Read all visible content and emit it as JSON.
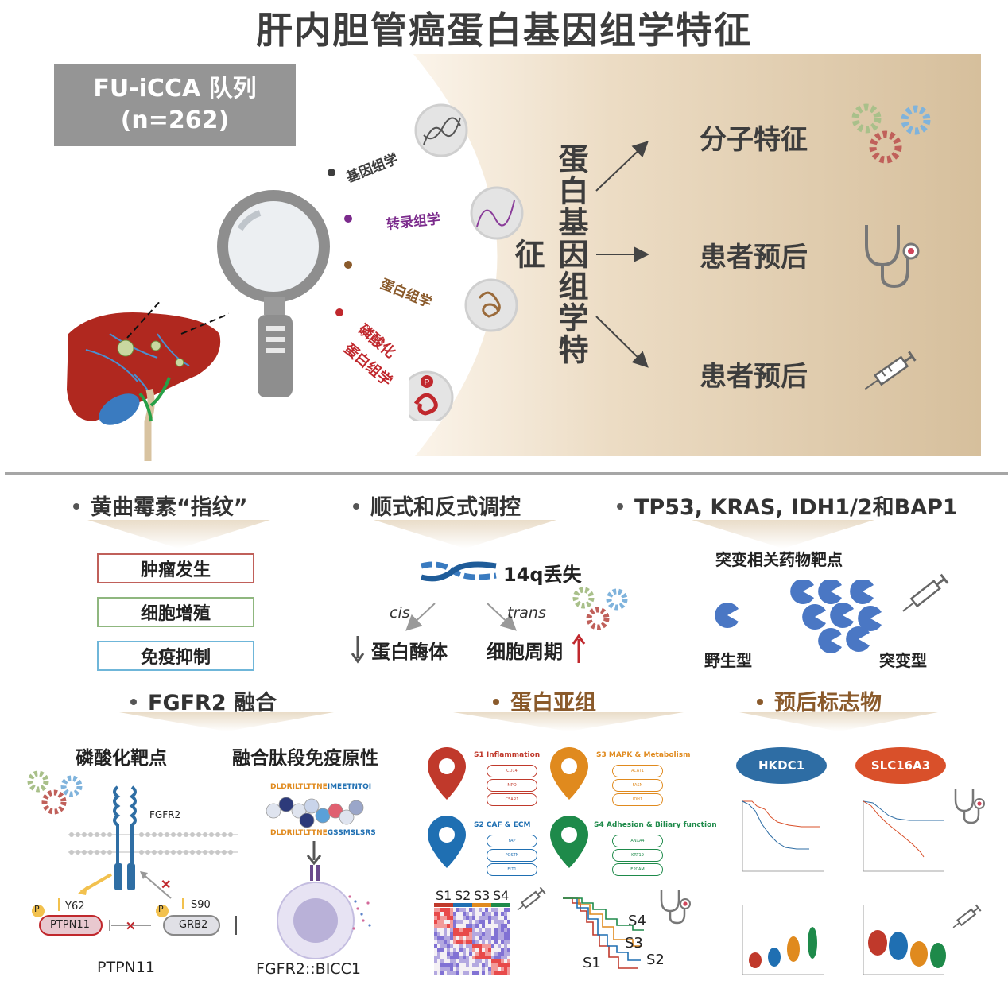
{
  "title": "肝内胆管癌蛋白基因组学特征",
  "cohort": {
    "line1": "FU-iCCA 队列",
    "line2": "(n=262)"
  },
  "omics": [
    {
      "label": "基因组学",
      "color": "#3d3d3d"
    },
    {
      "label": "转录组学",
      "color": "#7b2a8c"
    },
    {
      "label": "蛋白组学",
      "color": "#8a5a2b"
    },
    {
      "label_line1": "磷酸化",
      "label_line2": "蛋白组学",
      "color": "#c0282d"
    }
  ],
  "vertical_title": "蛋白基因组学特征",
  "features": [
    "分子特征",
    "患者预后",
    "患者预后"
  ],
  "sections": {
    "aflatoxin": {
      "title": "黄曲霉素“指纹”",
      "boxes": [
        {
          "label": "肿瘤发生",
          "color": "#c0605a"
        },
        {
          "label": "细胞增殖",
          "color": "#8fb77f"
        },
        {
          "label": "免疫抑制",
          "color": "#6fb6d9"
        }
      ]
    },
    "regulation": {
      "title": "顺式和反式调控",
      "loss": "14q丢失",
      "cis": "cis",
      "trans": "trans",
      "left": "蛋白酶体",
      "right": "细胞周期"
    },
    "mutations": {
      "title": "TP53, KRAS, IDH1/2和BAP1",
      "subtitle": "突变相关药物靶点",
      "wildtype": "野生型",
      "mutant": "突变型"
    },
    "fgfr2": {
      "title": "FGFR2 融合",
      "left_title": "磷酸化靶点",
      "right_title": "融合肽段免疫原性",
      "fgfr2_label": "FGFR2",
      "y62": "Y62",
      "s90": "S90",
      "p": "P",
      "ptpn11": "PTPN11",
      "grb2": "GRB2",
      "ptpn11_caption": "PTPN11",
      "seq1_a": "DLDRILTLTTNE",
      "seq1_b": "IMEETNTQI",
      "seq2_a": "DLDRILTLTTNE",
      "seq2_b": "GSSMSLSRS",
      "fusion_caption": "FGFR2::BICC1"
    },
    "subgroups": {
      "title": "蛋白亚组",
      "groups": [
        {
          "label": "S1  Inflammation",
          "color": "#c0392b",
          "markers": [
            "CD14",
            "MPO",
            "C5AR1"
          ]
        },
        {
          "label": "S3  MAPK & Metabolism",
          "color": "#e08a1e",
          "markers": [
            "ACAT1",
            "FASN",
            "IDH1"
          ]
        },
        {
          "label": "S2  CAF  & ECM",
          "color": "#1f6fb2",
          "markers": [
            "FAP",
            "POSTN",
            "FLT1"
          ]
        },
        {
          "label": "S4 Adhesion & Biliary function",
          "color": "#1e8a4a",
          "markers": [
            "ANXA4",
            "KRT19",
            "EPCAM"
          ]
        }
      ],
      "heatmap_cols": [
        "S1",
        "S2",
        "S3",
        "S4"
      ],
      "km_labels": [
        "S4",
        "S3",
        "S1",
        "S2"
      ]
    },
    "biomarkers": {
      "title": "预后标志物",
      "markers": [
        {
          "label": "HKDC1",
          "color": "#2e6da4"
        },
        {
          "label": "SLC16A3",
          "color": "#d9502a"
        }
      ]
    }
  },
  "colors": {
    "title": "#3d3d3d",
    "cohort_bg": "#959595",
    "panel_bg": "#dcc9ad",
    "brown_accent": "#8a5a2b",
    "divider": "#a6a6a6"
  },
  "icons": [
    "gear-icon",
    "stethoscope-icon",
    "syringe-icon",
    "magnifier-icon",
    "liver-icon",
    "dna-icon",
    "rna-icon",
    "protein-icon",
    "location-pin-icon",
    "cell-icon",
    "heatmap-icon",
    "survival-curve-icon",
    "violin-plot-icon"
  ]
}
